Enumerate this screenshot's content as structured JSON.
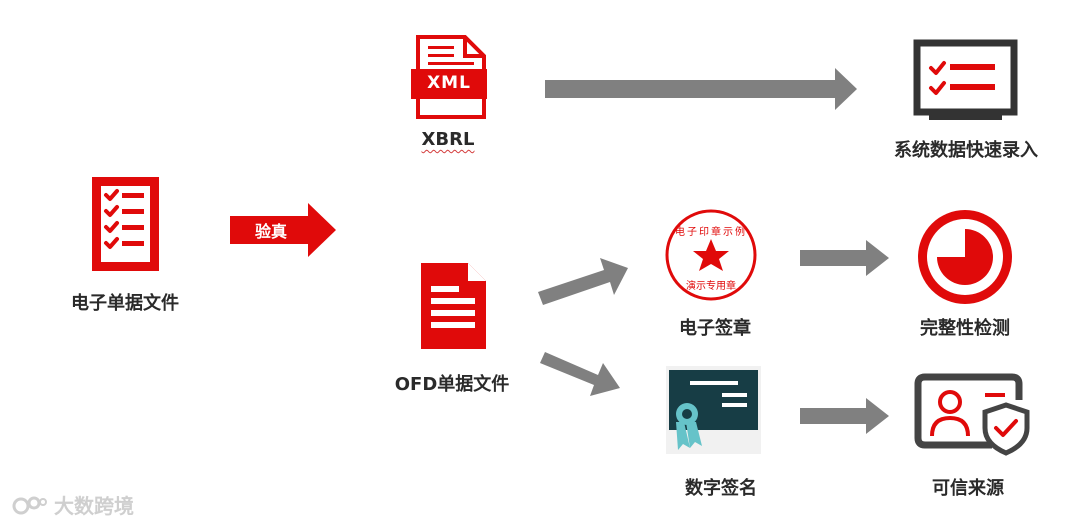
{
  "colors": {
    "red": "#e00a0a",
    "dark": "#333333",
    "arrow": "#808080",
    "teal": "#66c3c9",
    "card": "#173d45"
  },
  "nodes": {
    "source_file": {
      "label": "电子单据文件",
      "icon": "checklist-document-icon"
    },
    "verify": {
      "label": "验真",
      "icon": "red-arrow-icon"
    },
    "xml_file": {
      "badge": "XML",
      "label": "XBRL",
      "icon": "xml-file-icon"
    },
    "system_entry": {
      "label": "系统数据快速录入",
      "icon": "monitor-checklist-icon"
    },
    "ofd_file": {
      "label": "OFD单据文件",
      "icon": "ofd-document-icon"
    },
    "e_seal": {
      "label": "电子签章",
      "icon": "seal-stamp-icon",
      "seal_text_top": "电子印章示例",
      "seal_text_bottom": "演示专用章"
    },
    "integrity": {
      "label": "完整性检测",
      "icon": "pie-check-icon"
    },
    "digital_sig": {
      "label": "数字签名",
      "icon": "certificate-icon"
    },
    "trusted_source": {
      "label": "可信来源",
      "icon": "id-card-shield-icon"
    }
  },
  "watermark": {
    "text": "大数跨境",
    "icon": "logo-icon"
  }
}
